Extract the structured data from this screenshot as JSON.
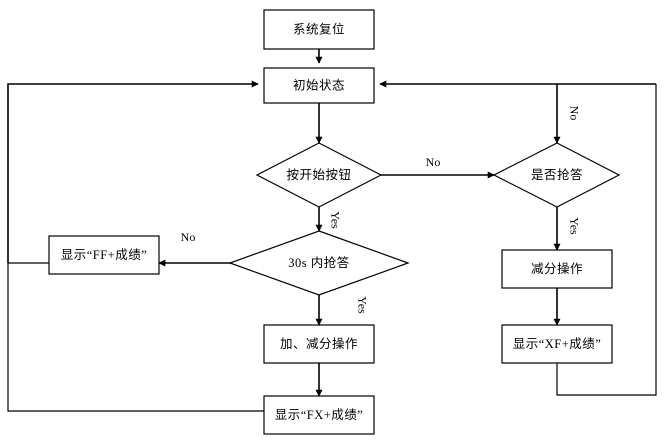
{
  "diagram": {
    "type": "flowchart",
    "title": "",
    "nodes": {
      "system_reset": {
        "label": "系统复位",
        "shape": "rect"
      },
      "initial_state": {
        "label": "初始状态",
        "shape": "rect"
      },
      "press_start": {
        "label": "按开始按钮",
        "shape": "diamond"
      },
      "is_buzz": {
        "label": "是否抢答",
        "shape": "diamond"
      },
      "buzz_30s": {
        "label": "30s 内抢答",
        "shape": "diamond"
      },
      "show_ff": {
        "label": "显示“FF+成绩”",
        "shape": "rect"
      },
      "add_sub_score": {
        "label": "加、减分操作",
        "shape": "rect"
      },
      "show_fx": {
        "label": "显示“FX+成绩”",
        "shape": "rect"
      },
      "sub_score": {
        "label": "减分操作",
        "shape": "rect"
      },
      "show_xf": {
        "label": "显示“XF+成绩”",
        "shape": "rect"
      }
    },
    "edge_labels": {
      "press_start_no": "No",
      "press_start_yes": "Yes",
      "is_buzz_no": "No",
      "is_buzz_yes": "Yes",
      "buzz_30s_no": "No",
      "buzz_30s_yes": "Yes"
    },
    "colors": {
      "stroke": "#000000",
      "fill": "#ffffff",
      "text": "#000000"
    }
  }
}
